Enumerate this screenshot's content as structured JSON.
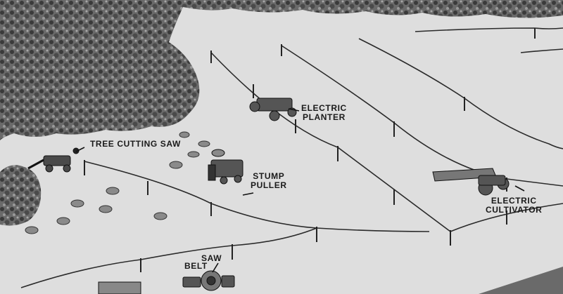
{
  "labels": {
    "tree_saw": "TREE CUTTING SAW",
    "planter_line1": "ELECTRIC",
    "planter_line2": "PLANTER",
    "stump_line1": "STUMP",
    "stump_line2": "PULLER",
    "cultivator_line1": "ELECTRIC",
    "cultivator_line2": "CULTIVATOR",
    "belt": "BELT",
    "saw": "SAW"
  },
  "colors": {
    "paper": "#dcdcdc",
    "ink": "#1a1a1a",
    "foliage": "#5a5a5a"
  }
}
